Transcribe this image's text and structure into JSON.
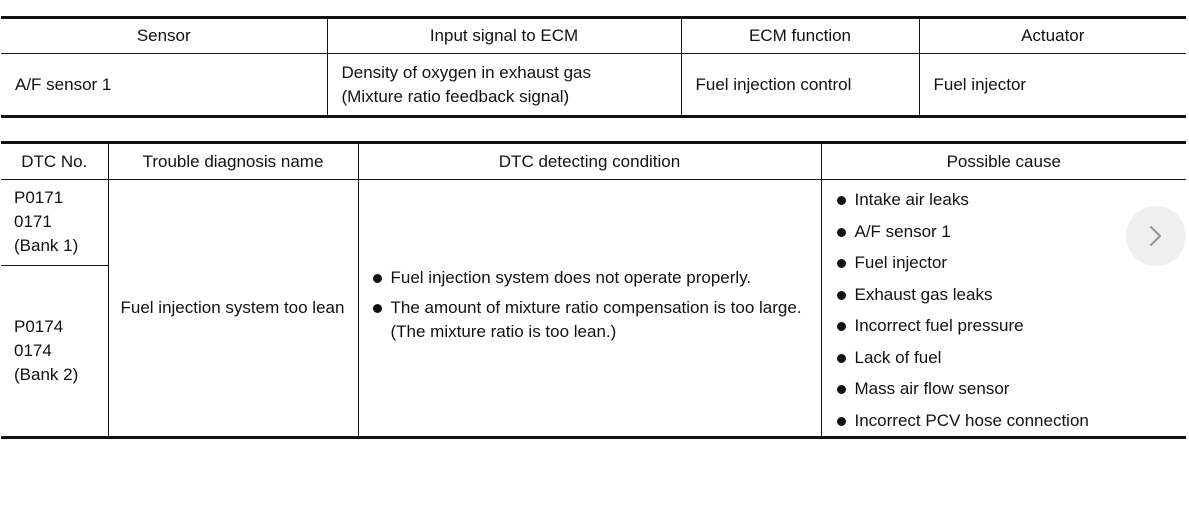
{
  "table1": {
    "headers": [
      "Sensor",
      "Input signal to ECM",
      "ECM function",
      "Actuator"
    ],
    "row": {
      "sensor": "A/F sensor 1",
      "input_signal_lines": [
        "Density of oxygen in exhaust gas",
        "(Mixture ratio feedback signal)"
      ],
      "ecm_function": "Fuel injection control",
      "actuator": "Fuel injector"
    }
  },
  "table2": {
    "headers": [
      "DTC No.",
      "Trouble diagnosis name",
      "DTC detecting condition",
      "Possible cause"
    ],
    "dtc_bank1_lines": [
      "P0171",
      "0171",
      "(Bank 1)"
    ],
    "dtc_bank2_lines": [
      "P0174",
      "0174",
      "(Bank 2)"
    ],
    "trouble_name": "Fuel injection system too lean",
    "conditions": [
      "Fuel injection system does not operate properly.",
      "The amount of mixture ratio compensation is too large. (The mixture ratio is too lean.)"
    ],
    "causes": [
      "Intake air leaks",
      "A/F sensor 1",
      "Fuel injector",
      "Exhaust gas leaks",
      "Incorrect fuel pressure",
      "Lack of fuel",
      "Mass air flow sensor",
      "Incorrect PCV hose connection"
    ]
  },
  "icons": {
    "next": "chevron-right-icon"
  }
}
